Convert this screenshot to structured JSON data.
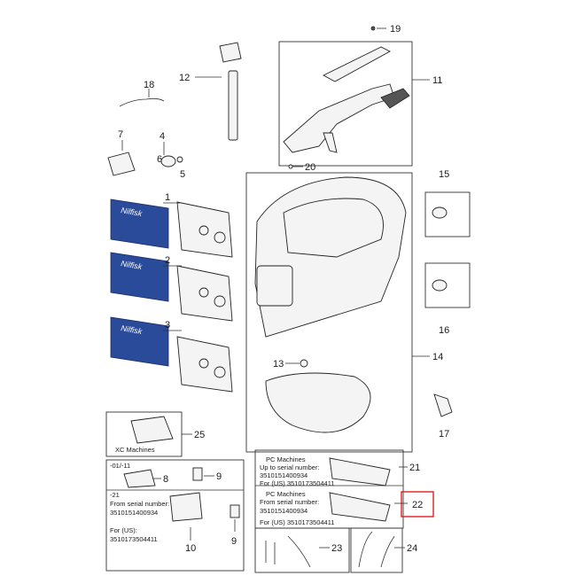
{
  "callouts": {
    "c1": "1",
    "c2": "2",
    "c3": "3",
    "c4": "4",
    "c5": "5",
    "c6": "6",
    "c7": "7",
    "c8": "8",
    "c9": "9",
    "c9b": "9",
    "c10": "10",
    "c11": "11",
    "c12": "12",
    "c13": "13",
    "c14": "14",
    "c15": "15",
    "c16": "16",
    "c17": "17",
    "c18": "18",
    "c19": "19",
    "c20": "20",
    "c21": "21",
    "c22": "22",
    "c23": "23",
    "c24": "24",
    "c25": "25"
  },
  "labels": {
    "xc_machines": "XC Machines",
    "serial_short": "-01/-11",
    "serial_21": "-21",
    "from_serial": "From serial number:",
    "serial_a": "3510151400934",
    "for_us": "For (US):",
    "serial_b": "3510173504411",
    "pc_machines_1": "PC Machines",
    "up_to_serial": "Up to serial number:",
    "serial_c": "3510151400934",
    "for_us_line_1": "For (US) 3510173504411",
    "pc_machines_2": "PC Machines",
    "from_serial_2": "From serial number:",
    "serial_d": "3510151400934",
    "for_us_line_2": "For (US) 3510173504411"
  },
  "brand_text": "Nilfisk",
  "colors": {
    "highlight": "#e02020",
    "brand_blue": "#2a4a9a"
  },
  "highlighted_callout": "22"
}
